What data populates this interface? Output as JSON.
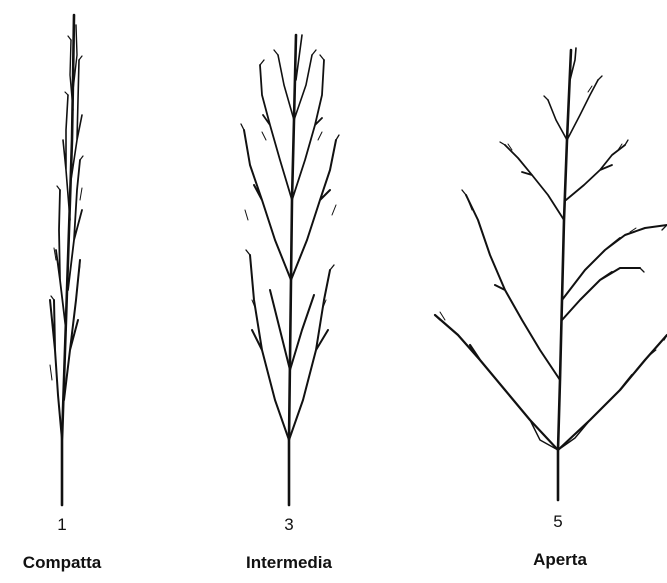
{
  "panicles": [
    {
      "number": "1",
      "label": "Compatta"
    },
    {
      "number": "3",
      "label": "Intermedia"
    },
    {
      "number": "5",
      "label": "Aperta"
    }
  ]
}
